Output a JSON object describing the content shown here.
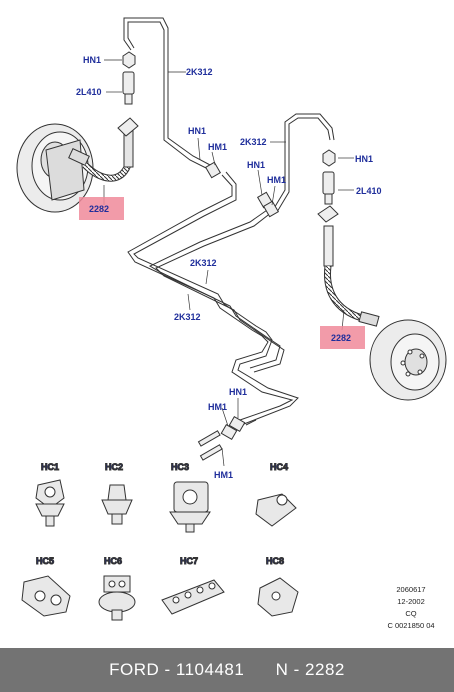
{
  "callouts": {
    "hn1_a": "HN1",
    "l2410_a": "2L410",
    "k2312_a": "2K312",
    "hn1_b": "HN1",
    "hm1_b": "HM1",
    "k2312_b": "2K312",
    "hn1_c": "HN1",
    "hn1_d": "HN1",
    "hm1_d": "HM1",
    "l2410_d": "2L410",
    "k2312_c": "2K312",
    "k2312_d": "2K312",
    "hn1_e": "HN1",
    "hm1_e": "HM1",
    "hm1_f": "HM1"
  },
  "highlighted_parts": {
    "left": "2282",
    "right": "2282"
  },
  "clips": {
    "hc1": "HC1",
    "hc2": "HC2",
    "hc3": "HC3",
    "hc4": "HC4",
    "hc5": "HC5",
    "hc6": "HC6",
    "hc7": "HC7",
    "hc8": "HC8"
  },
  "reference": {
    "line1": "2060617",
    "line2": "12-2002",
    "line3": "CQ",
    "line4": "C 0021850 04"
  },
  "footer": {
    "brand": "FORD",
    "part_number": "1104481",
    "n_label": "N",
    "n_value": "2282"
  }
}
